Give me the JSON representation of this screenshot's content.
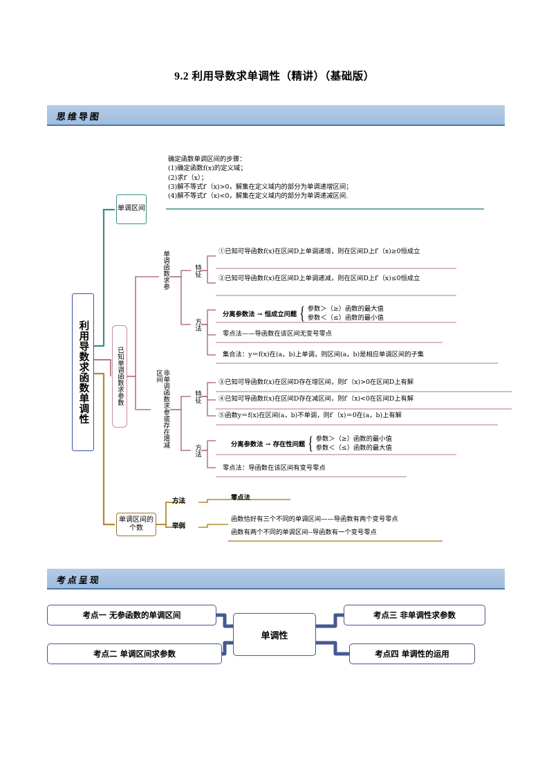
{
  "document": {
    "title": "9.2 利用导数求单调性（精讲）（基础版）"
  },
  "sections": {
    "mind_map_banner": "思维导图",
    "exam_points_banner": "考点呈现"
  },
  "colors": {
    "banner_fill": "#a8c3e2",
    "banner_rule": "#4a74a8",
    "root_border": "#3b4da8",
    "teal_branch": "#3d8b85",
    "red_branch": "#b5747f",
    "gold_branch": "#9a7526",
    "exam_border": "#46598f"
  },
  "mind_map": {
    "root": "利用导数求函数单调性",
    "branch_interval": {
      "label": "单调区间",
      "steps": "确定函数单调区间的步骤：\n(1)确定函数f(x)的定义域；\n(2)求f′（x）；\n(3)解不等式f′（x)>0，解集在定义域内的部分为单调递增区间；\n(4)解不等式f′（x)<0，解集在定义域内的部分为单调递减区间."
    },
    "branch_known": {
      "label": "已知单调函数求参数",
      "group_mono": {
        "label": "单调函数求参",
        "feature_label": "特征",
        "features": [
          "①已知可导函数f(x)在区间D上单调递增，则在区间D上f′（x)≥0恒成立",
          "②已知可导函数f(x)在区间D上单调递减，则在区间D上f′（x)≤0恒成立"
        ],
        "method_label": "方法",
        "method_brace": {
          "prefix": "分离参数法 → 恒成立问题",
          "lines": [
            "参数＞（≥）函数的最大值",
            "参数＜（≤）函数的最小值"
          ]
        },
        "methods": [
          "零点法——导函数在该区间无变号零点",
          "集合法：y＝f(x)在(a，b)上单调，则区间(a，b)是相应单调区间的子集"
        ]
      },
      "group_nonmono": {
        "label": "非单调函数求参或存在增减区间",
        "feature_label": "特征",
        "features": [
          "③已知可导函数f(x)在区间D存在增区间，则f′（x)>0在区间D上有解",
          "④已知可导函数f(x)在区间D存在减区间，则f′（x)<0在区间D上有解",
          "⑤函数y＝f(x)在区间(a，b)不单调，则f′（x)＝0在(a，b)上有解"
        ],
        "method_label": "方法",
        "method_brace": {
          "prefix": "分离参数法 → 存在性问题",
          "lines": [
            "参数＞（≥）函数的最小值",
            "参数＜（≤）函数的最大值"
          ]
        },
        "methods": [
          "零点法：导函数在该区间有变号零点"
        ]
      }
    },
    "branch_count": {
      "label": "单调区间的个数",
      "method_label": "方法",
      "method_value": "零点法",
      "example_label": "举例",
      "examples": [
        "函数恰好有三个不同的单调区间——导函数有两个变号零点",
        "函数有两个不同的单调区间--导函数有一个变号零点"
      ]
    }
  },
  "exam_points": {
    "center": "单调性",
    "items": [
      "考点一  无参函数的单调区间",
      "考点二  单调区间求参数",
      "考点三  非单调性求参数",
      "考点四  单调性的运用"
    ]
  }
}
